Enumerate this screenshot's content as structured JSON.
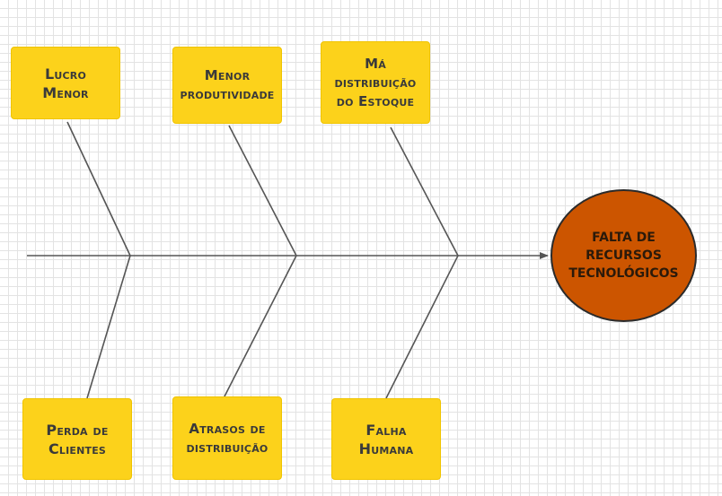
{
  "effect": {
    "text": "FALTA DE RECURSOS TECNOLÓGICOS"
  },
  "causes_top": [
    {
      "text": "Lucro Menor"
    },
    {
      "text": "Menor produtividade"
    },
    {
      "text": "Má distribuição do Estoque"
    }
  ],
  "causes_bottom": [
    {
      "text": "Perda de Clientes"
    },
    {
      "text": "Atrasos de distribuição"
    },
    {
      "text": "Falha Humana"
    }
  ],
  "colors": {
    "cause_fill": "#fcd21b",
    "effect_fill": "#cc5500",
    "line": "#555555"
  }
}
